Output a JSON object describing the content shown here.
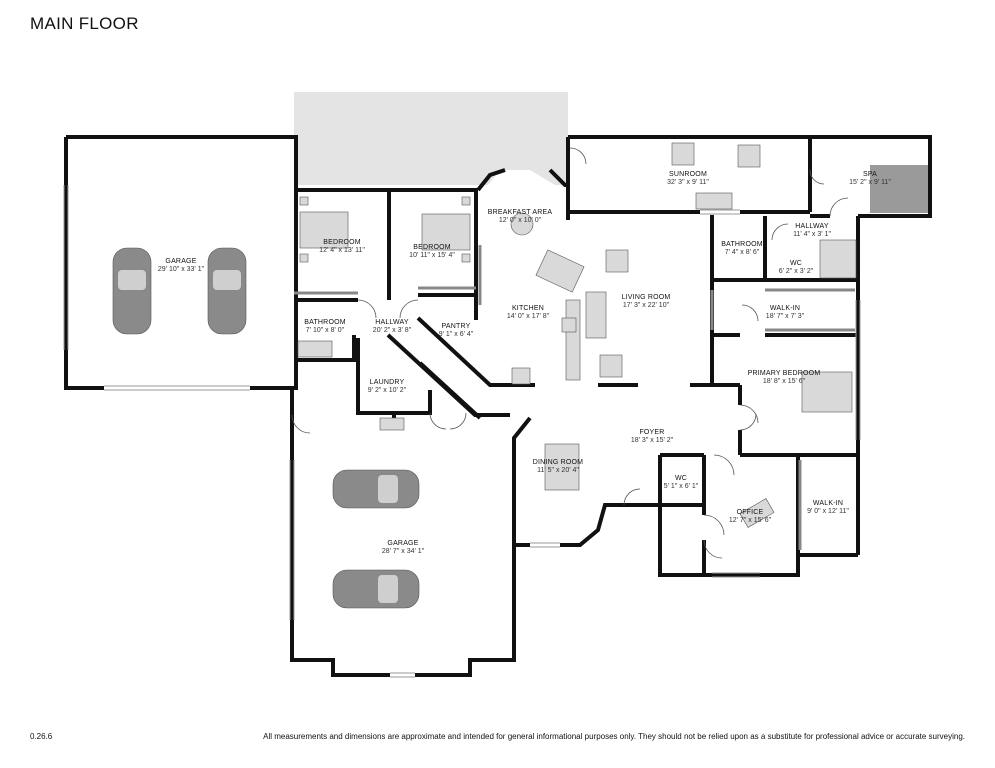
{
  "header": {
    "title": "MAIN FLOOR"
  },
  "footer": {
    "version": "0.26.6",
    "disclaimer": "All measurements and dimensions are approximate and intended for general informational purposes only. They should not be relied upon as a substitute for professional advice or accurate surveying."
  },
  "colors": {
    "wall": "#111111",
    "patio": "#e4e4e4",
    "spa": "#9a9a9a",
    "car": "#8a8a8a",
    "furniture": "#d9d9d9"
  },
  "rooms": [
    {
      "id": "garage-1",
      "name": "GARAGE",
      "dims": "29' 10\" x 33' 1\""
    },
    {
      "id": "bedroom-1",
      "name": "BEDROOM",
      "dims": "12' 4\" x 13' 11\""
    },
    {
      "id": "bedroom-2",
      "name": "BEDROOM",
      "dims": "10' 11\" x 15' 4\""
    },
    {
      "id": "breakfast",
      "name": "BREAKFAST AREA",
      "dims": "12' 0\" x 10' 0\""
    },
    {
      "id": "sunroom",
      "name": "SUNROOM",
      "dims": "32' 3\" x 9' 11\""
    },
    {
      "id": "spa",
      "name": "SPA",
      "dims": "15' 2\" x 9' 11\""
    },
    {
      "id": "hallway-1",
      "name": "HALLWAY",
      "dims": "11' 4\" x 3' 1\""
    },
    {
      "id": "bathroom-1",
      "name": "BATHROOM",
      "dims": "7' 4\" x 8' 6\""
    },
    {
      "id": "wc-1",
      "name": "WC",
      "dims": "6' 2\" x 3' 2\""
    },
    {
      "id": "walkin-1",
      "name": "WALK-IN",
      "dims": "18' 7\" x 7' 3\""
    },
    {
      "id": "bathroom-2",
      "name": "BATHROOM",
      "dims": "7' 10\" x 8' 0\""
    },
    {
      "id": "hallway-2",
      "name": "HALLWAY",
      "dims": "20' 2\" x 3' 8\""
    },
    {
      "id": "pantry",
      "name": "PANTRY",
      "dims": "9' 1\" x 6' 4\""
    },
    {
      "id": "kitchen",
      "name": "KITCHEN",
      "dims": "14' 0\" x 17' 8\""
    },
    {
      "id": "living",
      "name": "LIVING ROOM",
      "dims": "17' 3\" x 22' 10\""
    },
    {
      "id": "primary",
      "name": "PRIMARY BEDROOM",
      "dims": "18' 8\" x 15' 6\""
    },
    {
      "id": "laundry",
      "name": "LAUNDRY",
      "dims": "9' 2\" x 10' 2\""
    },
    {
      "id": "foyer",
      "name": "FOYER",
      "dims": "18' 3\" x 15' 2\""
    },
    {
      "id": "dining",
      "name": "DINING ROOM",
      "dims": "11' 5\" x 20' 4\""
    },
    {
      "id": "wc-2",
      "name": "WC",
      "dims": "5' 1\" x 6' 1\""
    },
    {
      "id": "office",
      "name": "OFFICE",
      "dims": "12' 7\" x 15' 6\""
    },
    {
      "id": "walkin-2",
      "name": "WALK-IN",
      "dims": "9' 0\" x 12' 11\""
    },
    {
      "id": "garage-2",
      "name": "GARAGE",
      "dims": "28' 7\" x 34' 1\""
    }
  ]
}
